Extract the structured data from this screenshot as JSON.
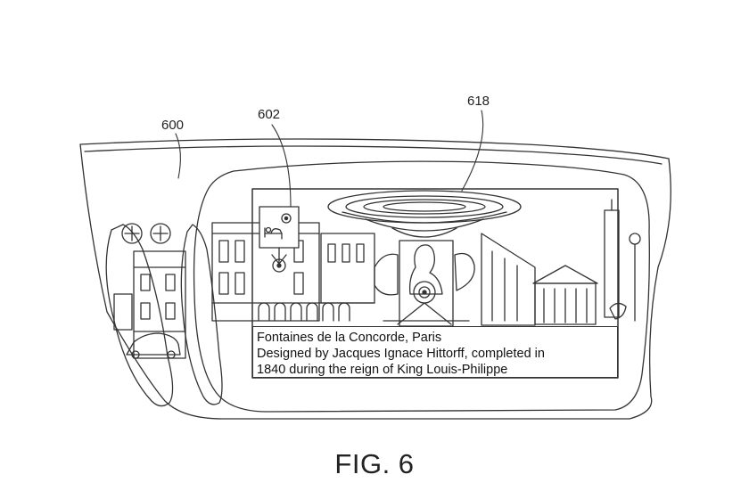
{
  "labels": {
    "ref_600": "600",
    "ref_602": "602",
    "ref_618": "618"
  },
  "overlay": {
    "icon": "hotel-bed-icon",
    "title": "Fontaines de la Concorde, Paris",
    "line1": "Designed by Jacques Ignace Hittorff, completed in",
    "line2": "1840 during the reign of King Louis-Philippe"
  },
  "caption": "FIG. 6",
  "colors": {
    "line": "#333333",
    "background": "#ffffff"
  }
}
